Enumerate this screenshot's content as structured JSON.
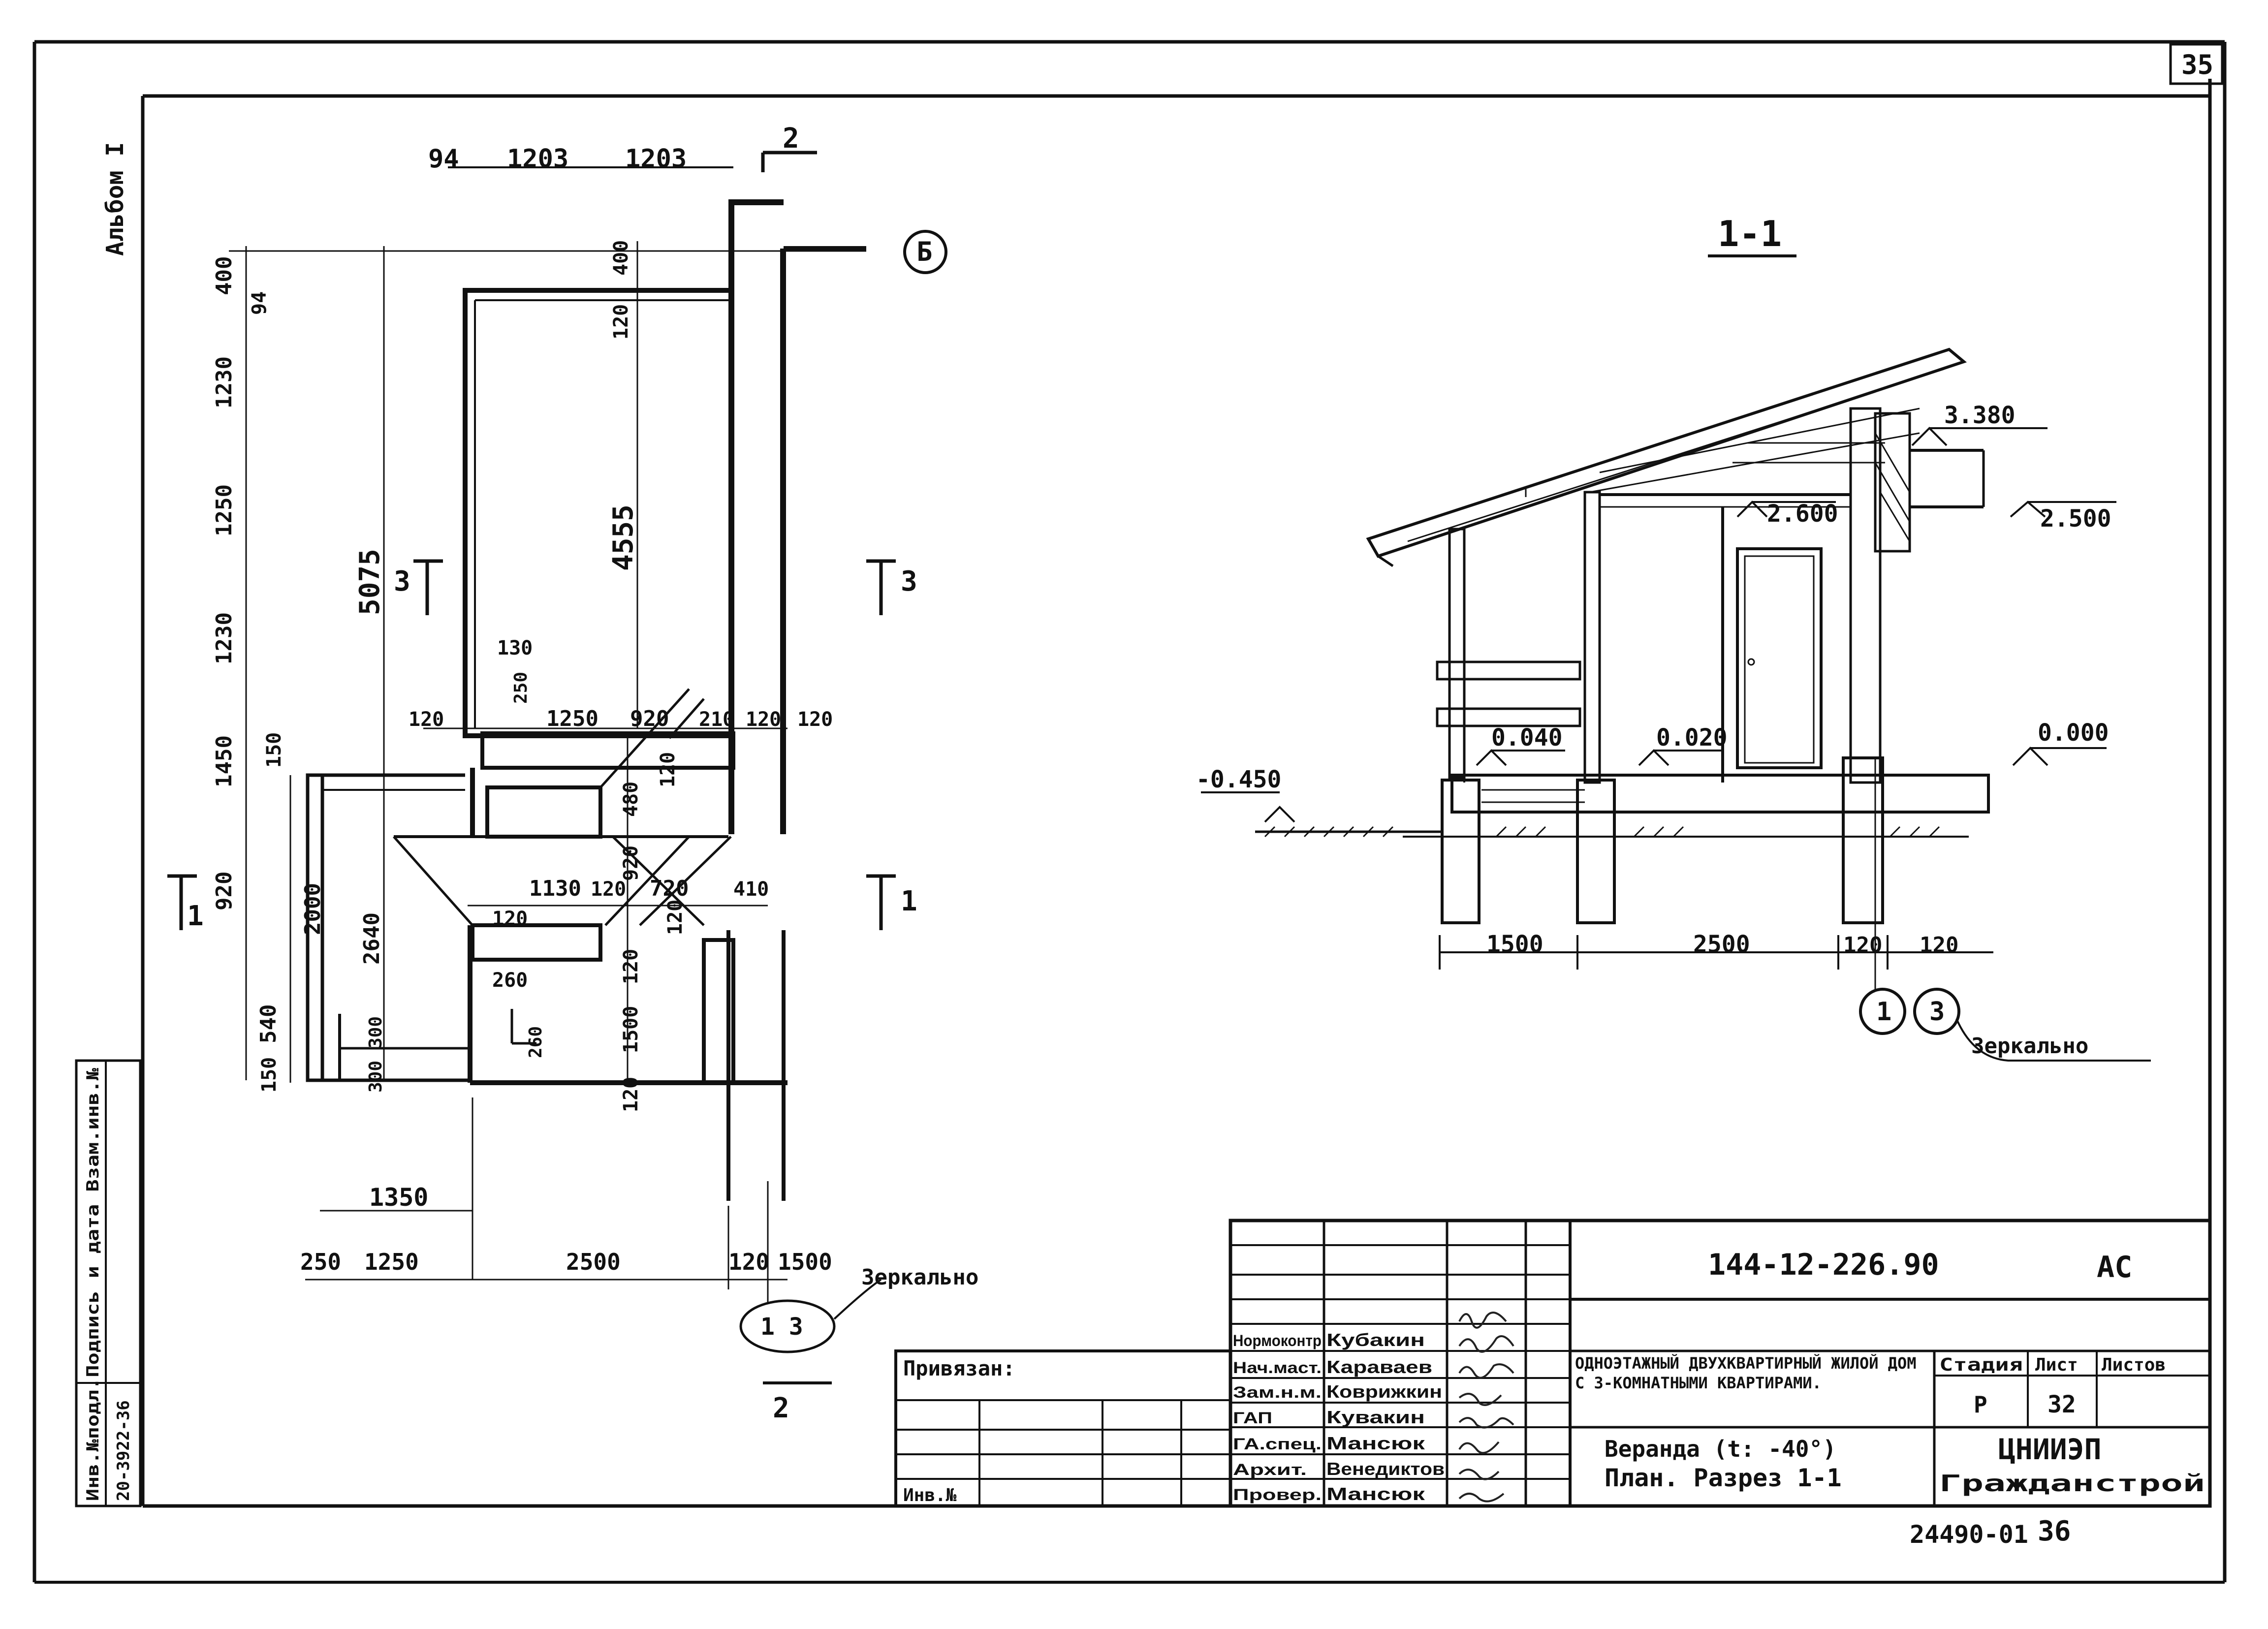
{
  "sheet": {
    "page_number": "35",
    "album_label": "Альбом I",
    "archive_number": "24490-01",
    "archive_page": "36"
  },
  "left_stamp": {
    "header": "Инв.№подл.Подпись и дата Взам.инв.№",
    "value": "20-3922-36"
  },
  "plan": {
    "dims_top": [
      "94",
      "1203",
      "1203"
    ],
    "section_2_top": "2",
    "axis_label": "Б",
    "dims_left_outer": [
      "400",
      "94",
      "1230",
      "1250",
      "1230",
      "1450",
      "920",
      "540",
      "150"
    ],
    "overall_height": "5075",
    "room_height": "4555",
    "dims_small": [
      "400",
      "120",
      "130",
      "250",
      "120",
      "1250",
      "920",
      "210",
      "120",
      "120",
      "150",
      "120",
      "480",
      "920",
      "1130",
      "120",
      "720",
      "410",
      "120",
      "120",
      "120",
      "260",
      "260",
      "1500",
      "120",
      "300",
      "300",
      "2000",
      "2640"
    ],
    "section_marks": [
      "3",
      "3",
      "1",
      "1"
    ],
    "dims_bottom_top": "1350",
    "dims_bottom": [
      "250",
      "1250",
      "2500",
      "120",
      "1500"
    ],
    "callout_ref": "1 3",
    "callout_text": "Зеркально",
    "section_2_bottom": "2"
  },
  "section": {
    "title": "1-1",
    "levels": [
      "3.380",
      "2.600",
      "2.500",
      "0.040",
      "0.020",
      "0.000",
      "-0.450"
    ],
    "dims_bottom": [
      "1500",
      "2500",
      "120",
      "120"
    ],
    "callout_ref_a": "1",
    "callout_ref_b": "3",
    "callout_text": "Зеркально"
  },
  "title_block": {
    "doc_code": "144-12-226.90",
    "mark": "АС",
    "privyazan": "Привязан:",
    "inv_no": "Инв.№",
    "staff": [
      {
        "role": "Нормоконтр",
        "name": "Кубакин"
      },
      {
        "role": "Нач.маст.",
        "name": "Караваев"
      },
      {
        "role": "Зам.н.м.",
        "name": "Коврижкин"
      },
      {
        "role": "ГАП",
        "name": "Кувакин"
      },
      {
        "role": "ГА.спец.",
        "name": "Мансюк"
      },
      {
        "role": "Архит.",
        "name": "Венедиктов"
      },
      {
        "role": "Провер.",
        "name": "Мансюк"
      }
    ],
    "object_name": "Одноэтажный двухквартирный жилой дом с 3-комнатными квартирами.",
    "sheet_name_line1": "Веранда (t: -40°)",
    "sheet_name_line2": "План. Разрез 1-1",
    "col_stage": "Стадия",
    "col_sheet": "Лист",
    "col_sheets": "Листов",
    "stage": "Р",
    "sheet": "32",
    "sheets": "",
    "org_line1": "ЦНИИЭП",
    "org_line2": "Гражданстрой"
  }
}
